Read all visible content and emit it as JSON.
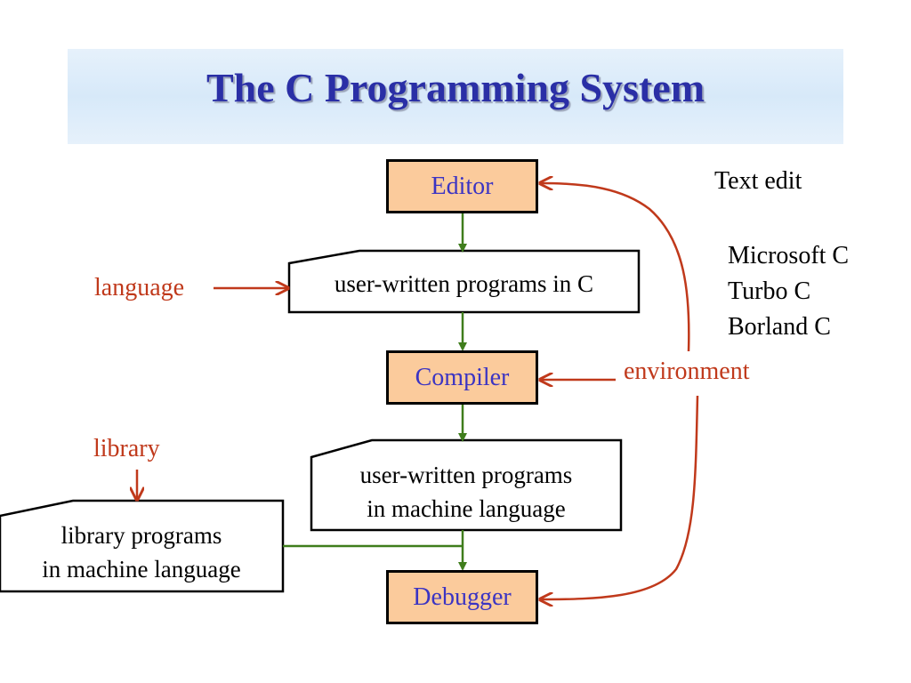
{
  "title": "The C Programming System",
  "nodes": {
    "editor": "Editor",
    "compiler": "Compiler",
    "debugger": "Debugger",
    "source_programs": "user-written programs in C",
    "machine_programs": [
      "user-written programs",
      "in machine language"
    ],
    "library_programs": [
      "library programs",
      "in machine language"
    ]
  },
  "labels": {
    "language": "language",
    "library": "library",
    "environment": "environment",
    "text_edit": "Text edit",
    "environments_list": [
      "Microsoft C",
      "Turbo C",
      "Borland C"
    ]
  },
  "colors": {
    "title": "#2a2fa6",
    "process_box_fill": "#fbcb9c",
    "process_text": "#3b34c3",
    "flow_arrow": "#3f7d1c",
    "annotation": "#c0391b"
  }
}
